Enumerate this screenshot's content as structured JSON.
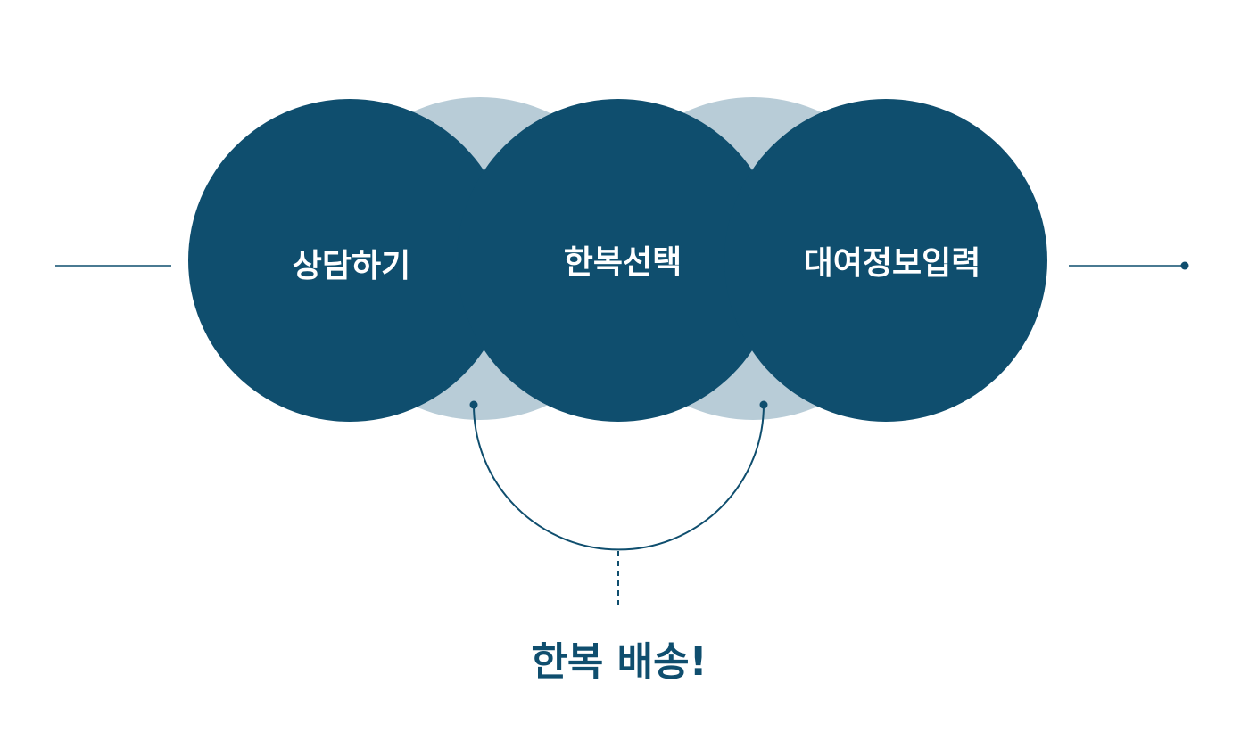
{
  "colors": {
    "primary": "#0f4e6e",
    "secondary": "#b8ccd7",
    "background": "#ffffff",
    "step_text": "#ffffff"
  },
  "steps": [
    {
      "label": "상담하기"
    },
    {
      "label": "한복선택"
    },
    {
      "label": "대여정보입력"
    }
  ],
  "result": {
    "label": "한복 배송!"
  }
}
